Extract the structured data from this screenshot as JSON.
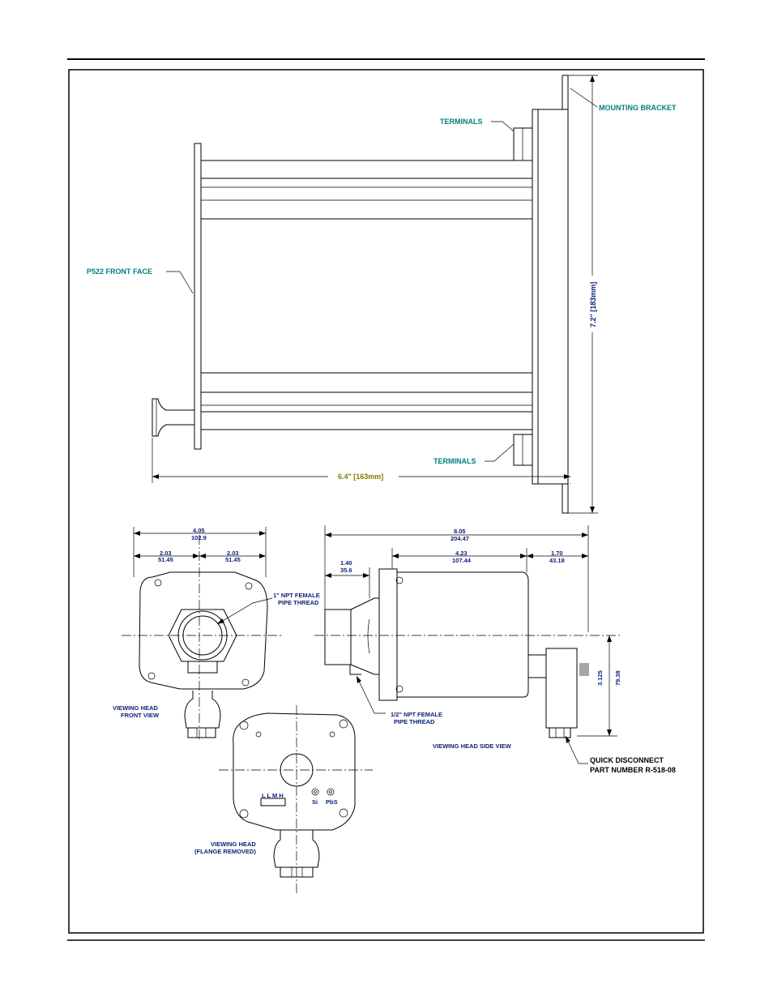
{
  "labels": {
    "terminals_top": "TERMINALS",
    "mounting_bracket": "MOUNTING BRACKET",
    "front_face": "P522 FRONT FACE",
    "height_dim": "7.2\" [183mm]",
    "terminals_bottom": "TERMINALS",
    "width_dim": "6.4\" [163mm]",
    "npt_1_line1": "1\" NPT FEMALE",
    "npt_1_line2": "PIPE THREAD",
    "npt_half_line1": "1/2\" NPT FEMALE",
    "npt_half_line2": "PIPE THREAD",
    "front_view_line1": "VIEWING HEAD",
    "front_view_line2": "FRONT VIEW",
    "side_view": "VIEWING HEAD SIDE VIEW",
    "flange_line1": "VIEWING HEAD",
    "flange_line2": "(FLANGE REMOVED)",
    "quick_line1": "QUICK DISCONNECT",
    "quick_line2": "PART NUMBER R-518-08",
    "si": "Si",
    "pbs": "PbS",
    "lmh": "L  L  M  H"
  },
  "dims": {
    "front_total_in": "4.05",
    "front_total_mm": "102.9",
    "front_left_in": "2.03",
    "front_left_mm": "51.45",
    "front_right_in": "2.03",
    "front_right_mm": "51.45",
    "side_total_in": "8.05",
    "side_total_mm": "204.47",
    "side_a_in": "1.40",
    "side_a_mm": "35.6",
    "side_b_in": "4.23",
    "side_b_mm": "107.44",
    "side_c_in": "1.70",
    "side_c_mm": "43.18",
    "side_h_in": "3.125",
    "side_h_mm": "79.38"
  }
}
